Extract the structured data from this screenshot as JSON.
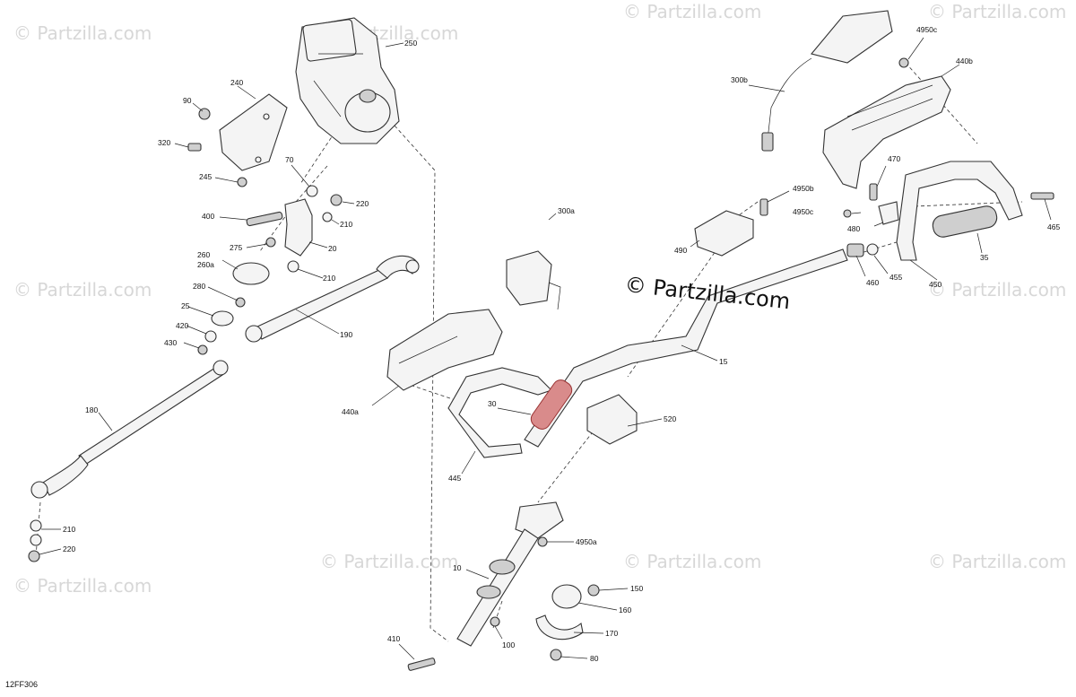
{
  "watermark": "© Partzilla.com",
  "brand_label": "© Partzilla.com",
  "figure_code": "12FF306",
  "callouts": {
    "c250": "250",
    "c240": "240",
    "c90": "90",
    "c320": "320",
    "c245": "245",
    "c70": "70",
    "c220a": "220",
    "c400": "400",
    "c210a": "210",
    "c20": "20",
    "c275": "275",
    "c260": "260",
    "c260a": "260a",
    "c210b": "210",
    "c280": "280",
    "c25": "25",
    "c420": "420",
    "c190": "190",
    "c430": "430",
    "c180": "180",
    "c210c": "210",
    "c220b": "220",
    "c300a": "300a",
    "c300b": "300b",
    "c4950c_top": "4950c",
    "c440b": "440b",
    "c4950b": "4950b",
    "c4950c_mid": "4950c",
    "c470": "470",
    "c480": "480",
    "c465": "465",
    "c490": "490",
    "c35": "35",
    "c460": "460",
    "c455": "455",
    "c450": "450",
    "c15": "15",
    "c440a": "440a",
    "c30": "30",
    "c520": "520",
    "c445": "445",
    "c4950a": "4950a",
    "c10": "10",
    "c150": "150",
    "c160": "160",
    "c170": "170",
    "c100": "100",
    "c80": "80",
    "c410": "410"
  }
}
